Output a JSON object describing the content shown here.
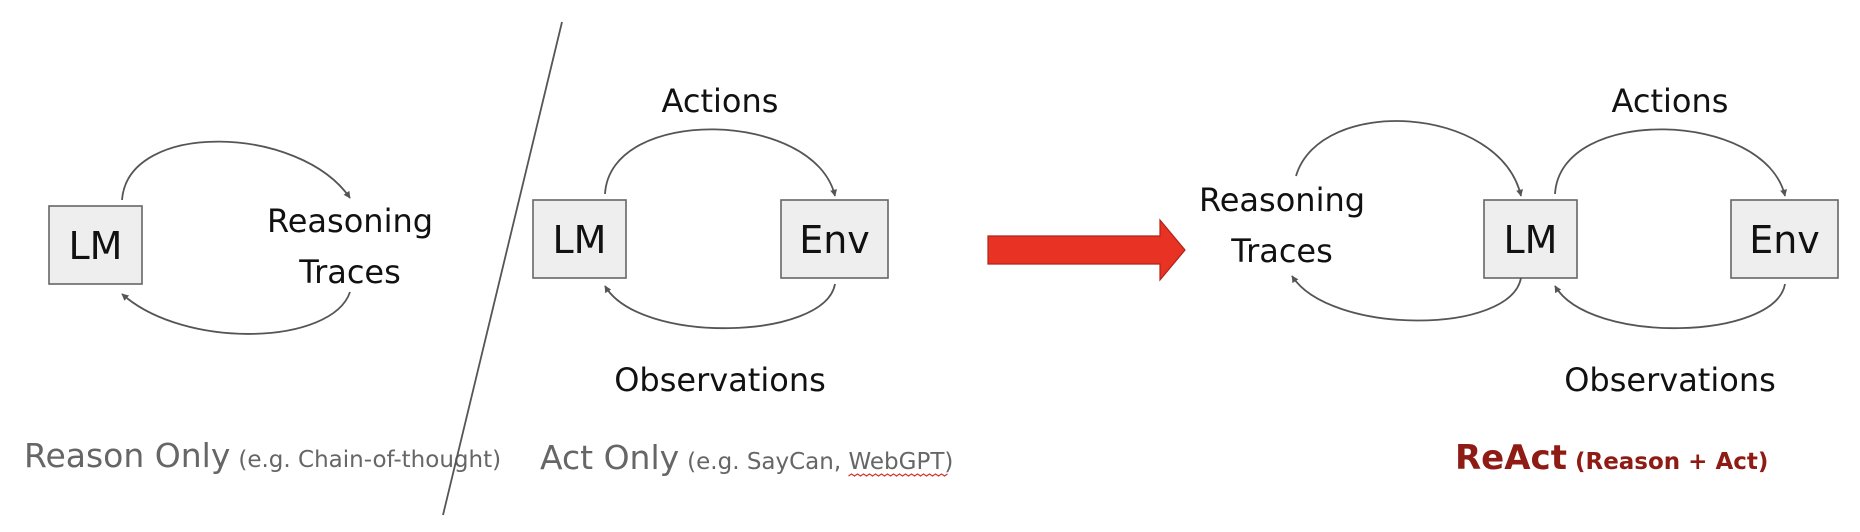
{
  "colors": {
    "box_fill": "#eeeeee",
    "box_stroke": "#666666",
    "arrow": "#e83223",
    "caption_gray": "#666666",
    "react_caption": "#8e1b14",
    "spellcheck_underline": "#d0382e"
  },
  "reason_only": {
    "lm_label": "LM",
    "reasoning_line1": "Reasoning",
    "reasoning_line2": "Traces",
    "caption_main": "Reason Only",
    "caption_sub": "(e.g. Chain-of-thought)"
  },
  "act_only": {
    "lm_label": "LM",
    "env_label": "Env",
    "actions_label": "Actions",
    "observations_label": "Observations",
    "caption_main": "Act Only",
    "caption_sub_pre": "(e.g. SayCan, ",
    "caption_sub_webgpt": "WebGPT",
    "caption_sub_post": ")"
  },
  "react": {
    "reasoning_line1": "Reasoning",
    "reasoning_line2": "Traces",
    "lm_label": "LM",
    "env_label": "Env",
    "actions_label": "Actions",
    "observations_label": "Observations",
    "caption_main": "ReAct",
    "caption_sub": "(Reason + Act)"
  }
}
